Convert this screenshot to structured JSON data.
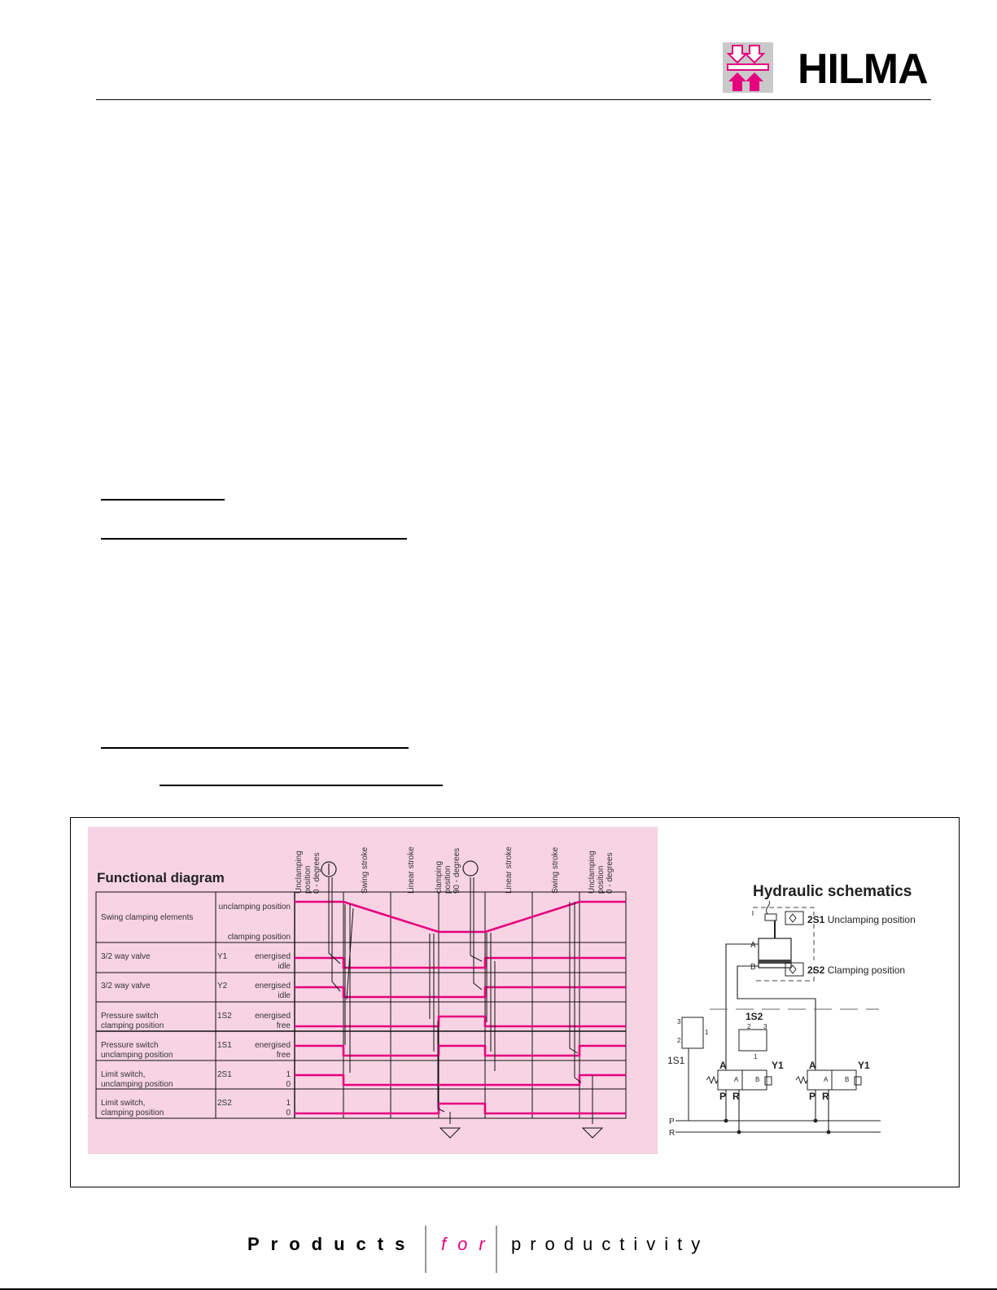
{
  "header": {
    "brand": "HILMA"
  },
  "figure": {
    "functional": {
      "title": "Functional diagram",
      "phases": [
        "Unclamping position 0 - degrees",
        "Swing stroke",
        "Linear stroke",
        "clamping position 90 - degrees",
        "Linear stroke",
        "Swing stroke",
        "Unclamping position 0 - degrees"
      ],
      "phase_lines": [
        [
          "Unclamping",
          "position",
          "0 - degrees"
        ],
        [
          "Swing stroke"
        ],
        [
          "Linear stroke"
        ],
        [
          "clamping",
          "position",
          "90 - degrees"
        ],
        [
          "Linear stroke"
        ],
        [
          "Swing stroke"
        ],
        [
          "Unclamping",
          "position",
          "0 - degrees"
        ]
      ],
      "rows": [
        {
          "name": [
            "Swing clamping elements"
          ],
          "code": "",
          "states": [
            "unclamping position",
            "clamping position"
          ]
        },
        {
          "name": [
            "3/2 way valve"
          ],
          "code": "Y1",
          "states": [
            "energised",
            "idle"
          ]
        },
        {
          "name": [
            "3/2 way valve"
          ],
          "code": "Y2",
          "states": [
            "energised",
            "idle"
          ]
        },
        {
          "name": [
            "Pressure switch",
            "clamping position"
          ],
          "code": "1S2",
          "states": [
            "energised",
            "free"
          ]
        },
        {
          "name": [
            "Pressure switch",
            "unclamping position"
          ],
          "code": "1S1",
          "states": [
            "energised",
            "free"
          ]
        },
        {
          "name": [
            "Limit switch,",
            "unclamping position"
          ],
          "code": "2S1",
          "states": [
            "1",
            "0"
          ]
        },
        {
          "name": [
            "Limit switch,",
            "clamping position"
          ],
          "code": "2S2",
          "states": [
            "1",
            "0"
          ]
        }
      ]
    },
    "hydraulic": {
      "title": "Hydraulic schematics",
      "sensor_1_code": "2S1",
      "sensor_1_label": "Unclamping position",
      "sensor_2_code": "2S2",
      "sensor_2_label": "Clamping position",
      "port_a": "A",
      "port_b": "B",
      "switch_1s2": "1S2",
      "switch_1s1": "1S1",
      "valve_label": "Y1",
      "pressure_port": "P",
      "return_port": "R",
      "line_p": "P",
      "line_r": "R",
      "num_1": "1",
      "num_2": "2",
      "num_3": "3"
    }
  },
  "footer": {
    "word1": "Products",
    "word2": "for",
    "word3": "productivity"
  },
  "colors": {
    "accent": "#e6007e",
    "pink_bg": "#f7d3e4",
    "logo_grey": "#c9c9c9"
  }
}
